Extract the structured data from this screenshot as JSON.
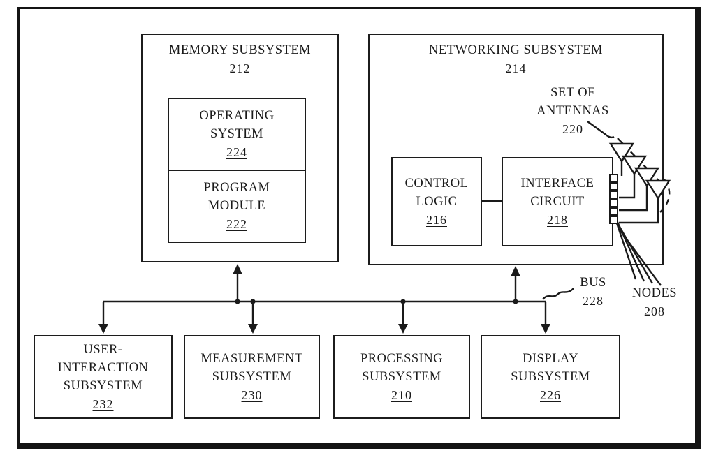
{
  "diagram": {
    "memory_subsystem": {
      "title": "MEMORY SUBSYSTEM",
      "ref": "212"
    },
    "operating_system": {
      "title": "OPERATING\nSYSTEM",
      "ref": "224"
    },
    "program_module": {
      "title": "PROGRAM\nMODULE",
      "ref": "222"
    },
    "networking_subsystem": {
      "title": "NETWORKING SUBSYSTEM",
      "ref": "214"
    },
    "control_logic": {
      "title": "CONTROL\nLOGIC",
      "ref": "216"
    },
    "interface_circuit": {
      "title": "INTERFACE\nCIRCUIT",
      "ref": "218"
    },
    "set_of_antennas": {
      "title": "SET OF\nANTENNAS",
      "ref": "220"
    },
    "nodes": {
      "title": "NODES",
      "ref": "208"
    },
    "bus": {
      "title": "BUS",
      "ref": "228"
    },
    "user_interaction_subsystem": {
      "title": "USER-\nINTERACTION\nSUBSYSTEM",
      "ref": "232"
    },
    "measurement_subsystem": {
      "title": "MEASUREMENT\nSUBSYSTEM",
      "ref": "230"
    },
    "processing_subsystem": {
      "title": "PROCESSING\nSUBSYSTEM",
      "ref": "210"
    },
    "display_subsystem": {
      "title": "DISPLAY\nSUBSYSTEM",
      "ref": "226"
    }
  },
  "colors": {
    "line": "#1a1a1a",
    "background": "#ffffff"
  }
}
